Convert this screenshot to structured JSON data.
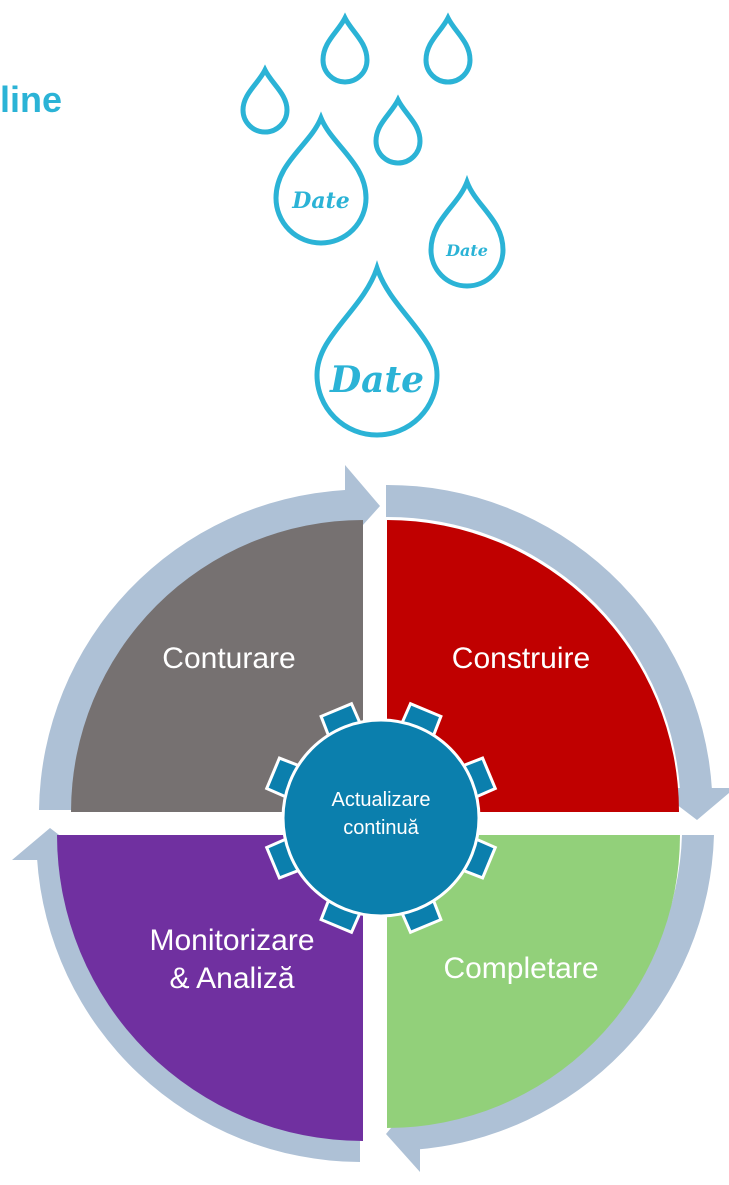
{
  "title_fragment": "line",
  "drop_label": "Date",
  "quadrants": {
    "top_left": "Conturare",
    "top_right": "Construire",
    "bottom_left_line1": "Monitorizare",
    "bottom_left_line2": "& Analiză",
    "bottom_right": "Completare"
  },
  "center": {
    "line1": "Actualizare",
    "line2": "continuă"
  },
  "colors": {
    "accent": "#2bb3d6",
    "conturare": "#767171",
    "construire": "#c00000",
    "completare": "#92d07a",
    "monitorizare": "#7030a0",
    "gear": "#0b7fad",
    "ring": "#aec1d6"
  }
}
